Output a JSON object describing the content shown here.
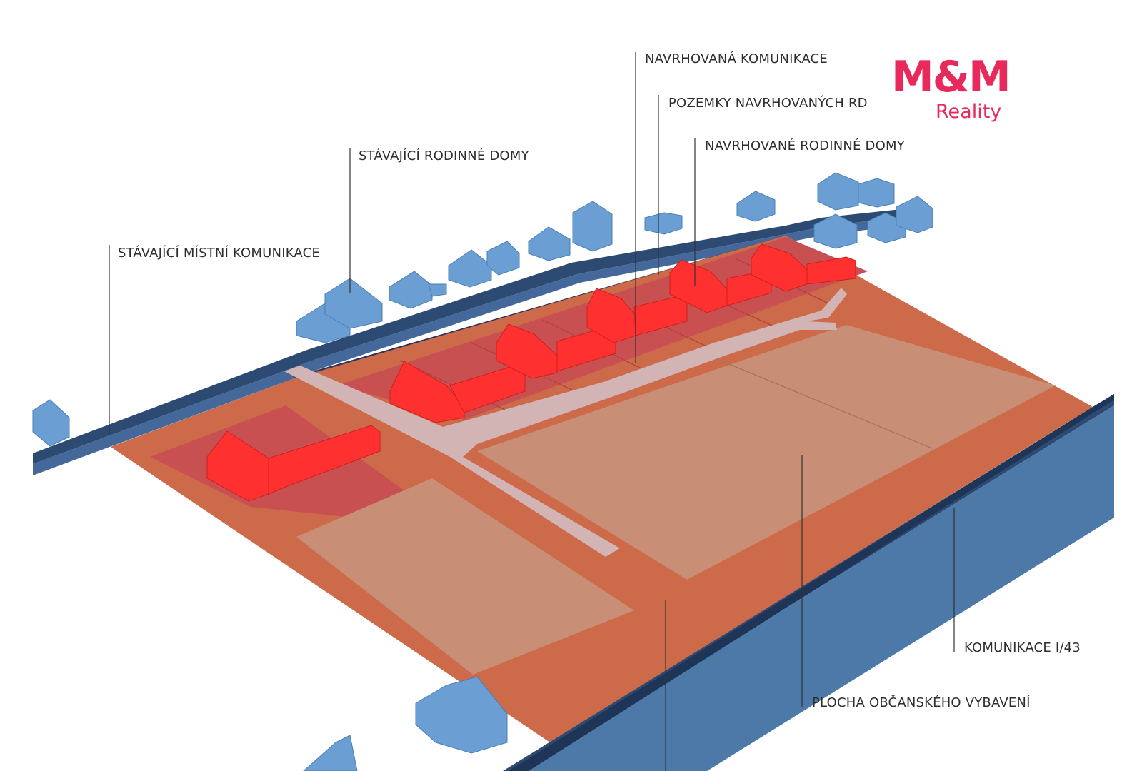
{
  "logo": {
    "main": "M&M",
    "sub": "Reality",
    "color": "#e8295c"
  },
  "labels": {
    "navrhovana_komunikace": "NAVRHOVANÁ KOMUNIKACE",
    "pozemky_navrhovanych_rd": "POZEMKY NAVRHOVANÝCH RD",
    "navrhovane_rodinne_domy": "NAVRHOVANÉ RODINNÉ DOMY",
    "stavajici_rodinne_domy": "STÁVAJÍCÍ RODINNÉ DOMY",
    "stavajici_mistni_komunikace": "STÁVAJÍCÍ MÍSTNÍ KOMUNIKACE",
    "komunikace_i43": "KOMUNIKACE I/43",
    "plocha_obcanskeho_vybaveni": "PLOCHA OBČANSKÉHO VYBAVENÍ"
  },
  "colors": {
    "site": "#cc6a4a",
    "civic_area": "#c98e76",
    "plots": "#c95050",
    "proposed_houses": "#ff3030",
    "existing_houses": "#6b9fd4",
    "road": "#2d4a73",
    "proposed_road": "#d2b4b4"
  }
}
